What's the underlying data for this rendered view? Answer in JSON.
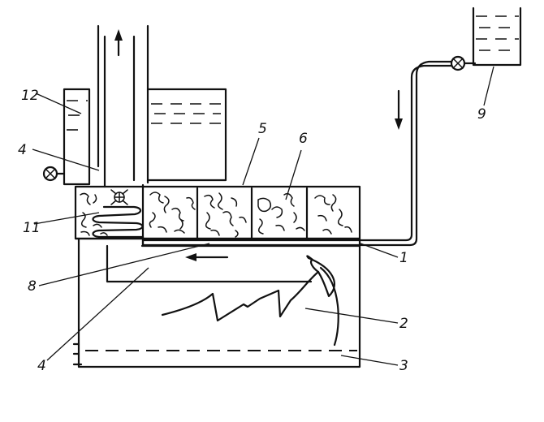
{
  "diagram": {
    "callouts": [
      {
        "id": "c1",
        "text": "1"
      },
      {
        "id": "c2",
        "text": "2"
      },
      {
        "id": "c3",
        "text": "3"
      },
      {
        "id": "c4a",
        "text": "4"
      },
      {
        "id": "c4b",
        "text": "4"
      },
      {
        "id": "c5",
        "text": "5"
      },
      {
        "id": "c6",
        "text": "6"
      },
      {
        "id": "c8",
        "text": "8"
      },
      {
        "id": "c9",
        "text": "9"
      },
      {
        "id": "c11",
        "text": "11"
      },
      {
        "id": "c12",
        "text": "12"
      }
    ]
  }
}
